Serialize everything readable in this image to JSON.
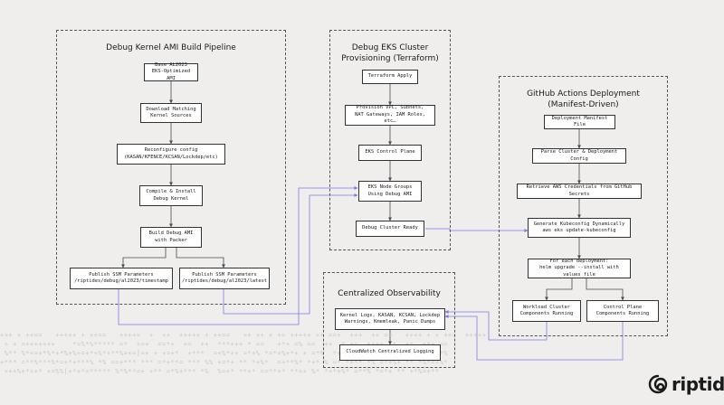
{
  "groups": {
    "ami_pipeline": {
      "title": "Debug Kernel AMI Build Pipeline",
      "nodes": {
        "base_ami": "Base AL2023\nEKS-Optimized AMI",
        "download_sources": "Download Matching\nKernel Sources",
        "reconfigure_config": "Reconfigure config\n(KASAN/KFENCE/KCSAN/Lockdep/etc)",
        "compile_install": "Compile & Install\nDebug Kernel",
        "build_ami": "Build Debug AMI\nwith Packer",
        "publish_timestamp": "Publish SSM Parameters\n/riptides/debug/al2023/timestamp",
        "publish_latest": "Publish SSM Parameters\n/riptides/debug/al2023/latest"
      }
    },
    "eks_provisioning": {
      "title": "Debug EKS Cluster\nProvisioning (Terraform)",
      "nodes": {
        "terraform_apply": "Terraform Apply",
        "provision_vpc": "Provision VPC, Subnets,\nNAT Gateways, IAM Roles, etc…",
        "control_plane": "EKS Control Plane",
        "node_groups": "EKS Node Groups\nUsing Debug AMI",
        "cluster_ready": "Debug Cluster Ready"
      }
    },
    "github_actions": {
      "title": "GitHub Actions Deployment\n(Manifest-Driven)",
      "nodes": {
        "manifest_file": "Deployment Manifest File",
        "parse_config": "Parse Cluster & Deployment Config",
        "retrieve_creds": "Retrieve AWS Credentials from GitHub Secrets",
        "generate_kubeconfig": "Generate Kubeconfig Dynamically\naws eks update-kubeconfig",
        "helm_upgrade": "For each deployment:\nhelm upgrade --install with values file",
        "workload_cluster": "Workload Cluster\nComponents Running",
        "control_plane_components": "Control Plane\nComponents Running"
      }
    },
    "observability": {
      "title": "Centralized Observability",
      "nodes": {
        "kernel_logs": "Kernel Logs, KASAN, KCSAN, Lockdep\nWarnings, Kmemleak, Panic Dumps",
        "cloudwatch": "CloudWatch Centralized Logging"
      }
    }
  },
  "logo": {
    "text": "riptides",
    "icon": "spiral-logo-icon"
  },
  "colors": {
    "background": "#efeeec",
    "connector": "#7d7be0",
    "arrow": "#4a4a4a",
    "node_border": "#333333",
    "pattern": "#c9c8c4"
  }
}
